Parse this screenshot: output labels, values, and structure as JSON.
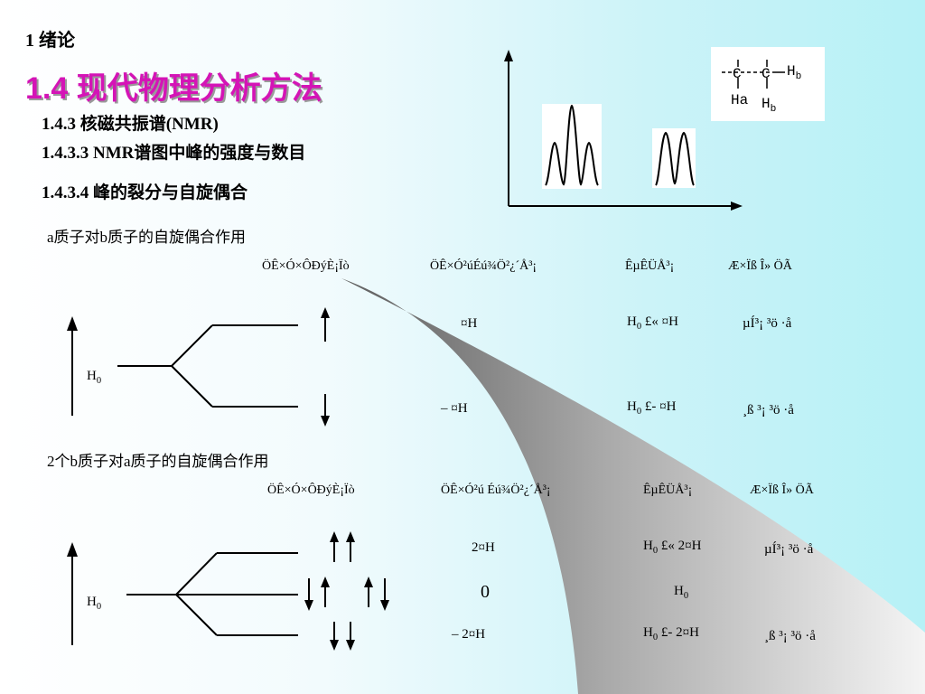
{
  "header": {
    "chapter": "1   绪论",
    "title": "1.4   现代物理分析方法"
  },
  "sections": {
    "s1": "1.4.3    核磁共振谱(NMR)",
    "s2": "1.4.3.3  NMR谱图中峰的强度与数目",
    "s3": "1.4.3.4  峰的裂分与自旋偶合"
  },
  "part_a": {
    "caption": "a质子对b质子的自旋偶合作用",
    "headers": [
      "ÖÊ×Ó×ÔÐýÈ¡Ïò",
      "ÖÊ×Ó²úÉú¾Ö²¿´Å³¡",
      "ÊµÊÜÅ³¡",
      "Æ×Ïß Î» ÖÃ"
    ],
    "h0_label": "H",
    "h0_sub": "0",
    "rows": [
      {
        "field": "¤H",
        "eff_pre": "H",
        "eff_sub": "0",
        "eff_post": " £«  ¤H",
        "pos": "µÍ³¡  ³ö ·å"
      },
      {
        "field": "–   ¤H",
        "eff_pre": "H",
        "eff_sub": "0",
        "eff_post": " £-   ¤H",
        "pos": "¸ß ³¡  ³ö ·å"
      }
    ]
  },
  "part_b": {
    "caption": "2个b质子对a质子的自旋偶合作用",
    "headers": [
      "ÖÊ×Ó×ÔÐýÈ¡Ïò",
      "ÖÊ×Ó²ú Éú¾Ö²¿´Å³¡",
      "ÊµÊÜÅ³¡",
      "Æ×Ïß Î» ÖÃ"
    ],
    "h0_label": "H",
    "h0_sub": "0",
    "rows": [
      {
        "field": "2¤H",
        "eff_pre": "H",
        "eff_sub": "0",
        "eff_post": " £«  2¤H",
        "pos": "µÍ³¡  ³ö ·å"
      },
      {
        "field": "0",
        "eff_pre": "H",
        "eff_sub": "0",
        "eff_post": "",
        "pos": ""
      },
      {
        "field": "–    2¤H",
        "eff_pre": "H",
        "eff_sub": "0",
        "eff_post": " £-   2¤H",
        "pos": "¸ß ³¡  ³ö ·å"
      }
    ]
  },
  "structure": {
    "ha": "Ha",
    "hb_right": "H",
    "hb_right_sub": "b",
    "hb_bottom": "H",
    "hb_bottom_sub": "b"
  },
  "colors": {
    "title": "#d414b6",
    "bg_right": "#b6f1f6"
  }
}
